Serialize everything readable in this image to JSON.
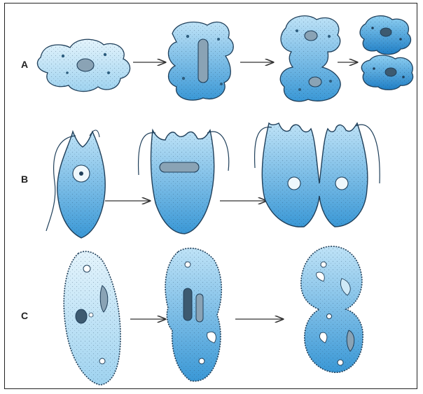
{
  "rows": [
    {
      "label": "A"
    },
    {
      "label": "B"
    },
    {
      "label": "C"
    }
  ],
  "colors": {
    "light_cell": "#cfe9f7",
    "mid_cell": "#7ec4ea",
    "dark_cell": "#2f8fd0",
    "outline": "#1f3f5a",
    "nucleus": "#8aa3b5",
    "arrow": "#333333"
  }
}
